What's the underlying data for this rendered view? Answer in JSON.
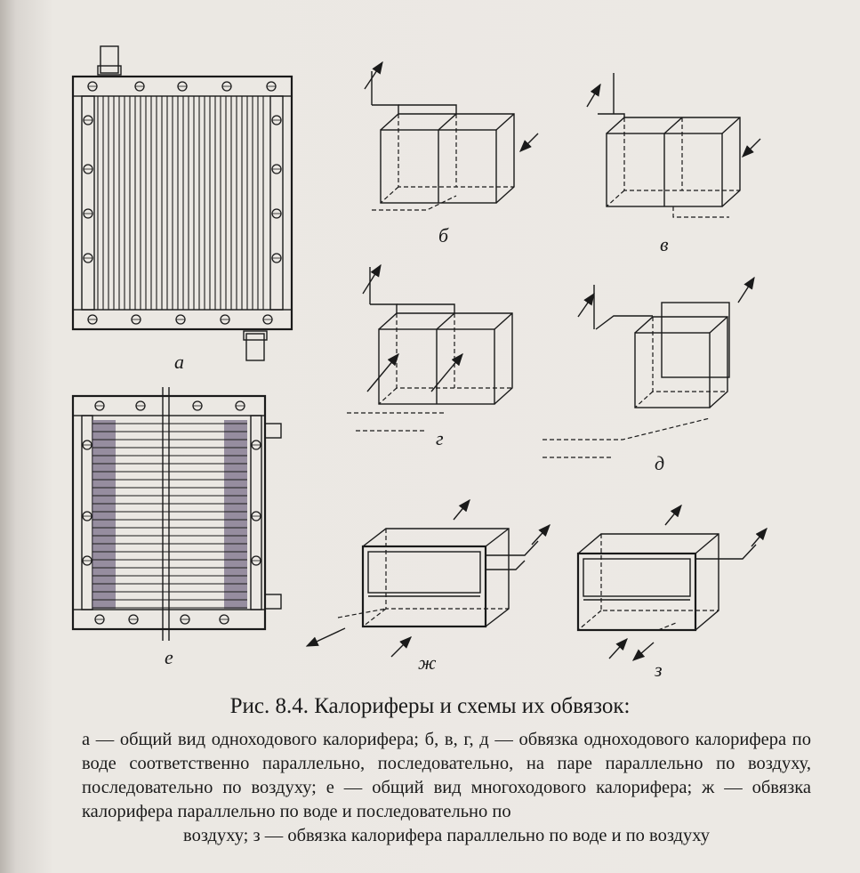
{
  "figure": {
    "labels": {
      "a": "а",
      "b": "б",
      "v": "в",
      "g": "г",
      "d": "д",
      "e": "е",
      "zh": "ж",
      "z": "з"
    }
  },
  "caption": {
    "title": "Рис. 8.4. Калориферы и схемы их обвязок:",
    "text": "а — общий вид одноходового калорифера; б, в, г, д — обвязка одноходового калорифера по воде соответственно параллельно, последовательно, на паре параллельно по воздуху, последовательно по воздуху; е — общий вид многоходового калорифера; ж — обвязка калорифера параллельно по воде и последовательно по",
    "text_last": "воздуху; з — обвязка калорифера параллельно по воде и по воздуху"
  }
}
